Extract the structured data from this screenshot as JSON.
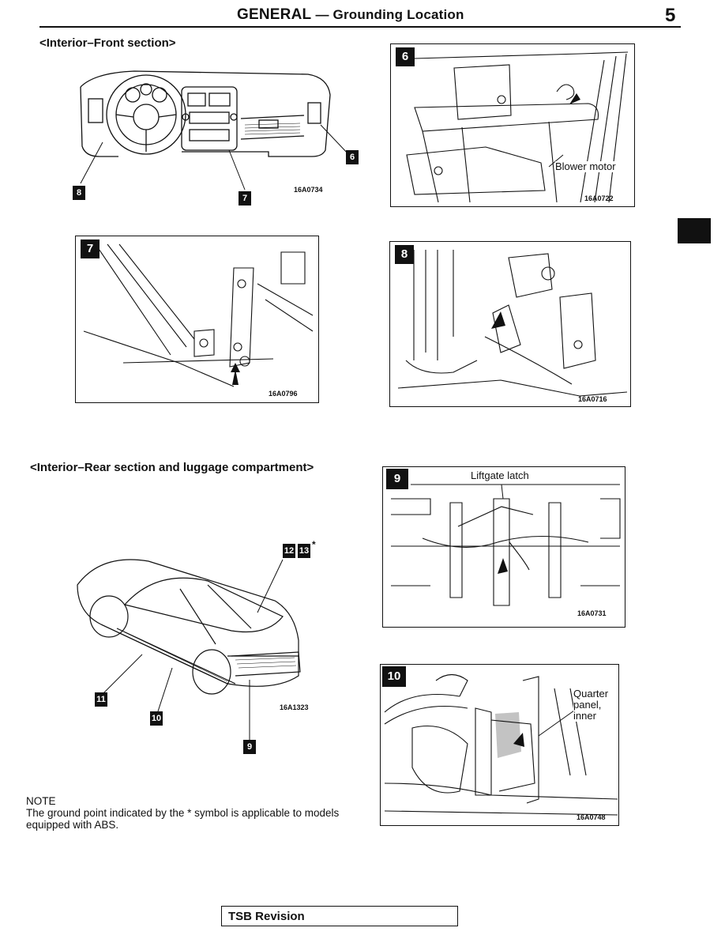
{
  "header": {
    "title": "GENERAL",
    "subtitle": "— Grounding Location",
    "page_number": "5"
  },
  "sections": {
    "front": "<Interior–Front section>",
    "rear": "<Interior–Rear section and luggage compartment>"
  },
  "figures": {
    "dash_overview": {
      "code": "16A0734",
      "markers": [
        "6",
        "7",
        "8"
      ]
    },
    "fig6": {
      "badge": "6",
      "callout": "Blower motor",
      "code": "16A0722"
    },
    "fig7": {
      "badge": "7",
      "code": "16A0796"
    },
    "fig8": {
      "badge": "8",
      "code": "16A0716"
    },
    "car_overview": {
      "code": "16A1323",
      "markers": [
        "12",
        "13",
        "11",
        "10",
        "9"
      ],
      "asterisk": "*"
    },
    "fig9": {
      "badge": "9",
      "callout": "Liftgate latch",
      "code": "16A0731"
    },
    "fig10": {
      "badge": "10",
      "callout_line1": "Quarter",
      "callout_line2": "panel,",
      "callout_line3": "inner",
      "code": "16A0748"
    }
  },
  "note": {
    "heading": "NOTE",
    "body": "The ground point indicated by the * symbol is applicable to models equipped with ABS."
  },
  "footer": {
    "tsb_label": "TSB Revision"
  }
}
